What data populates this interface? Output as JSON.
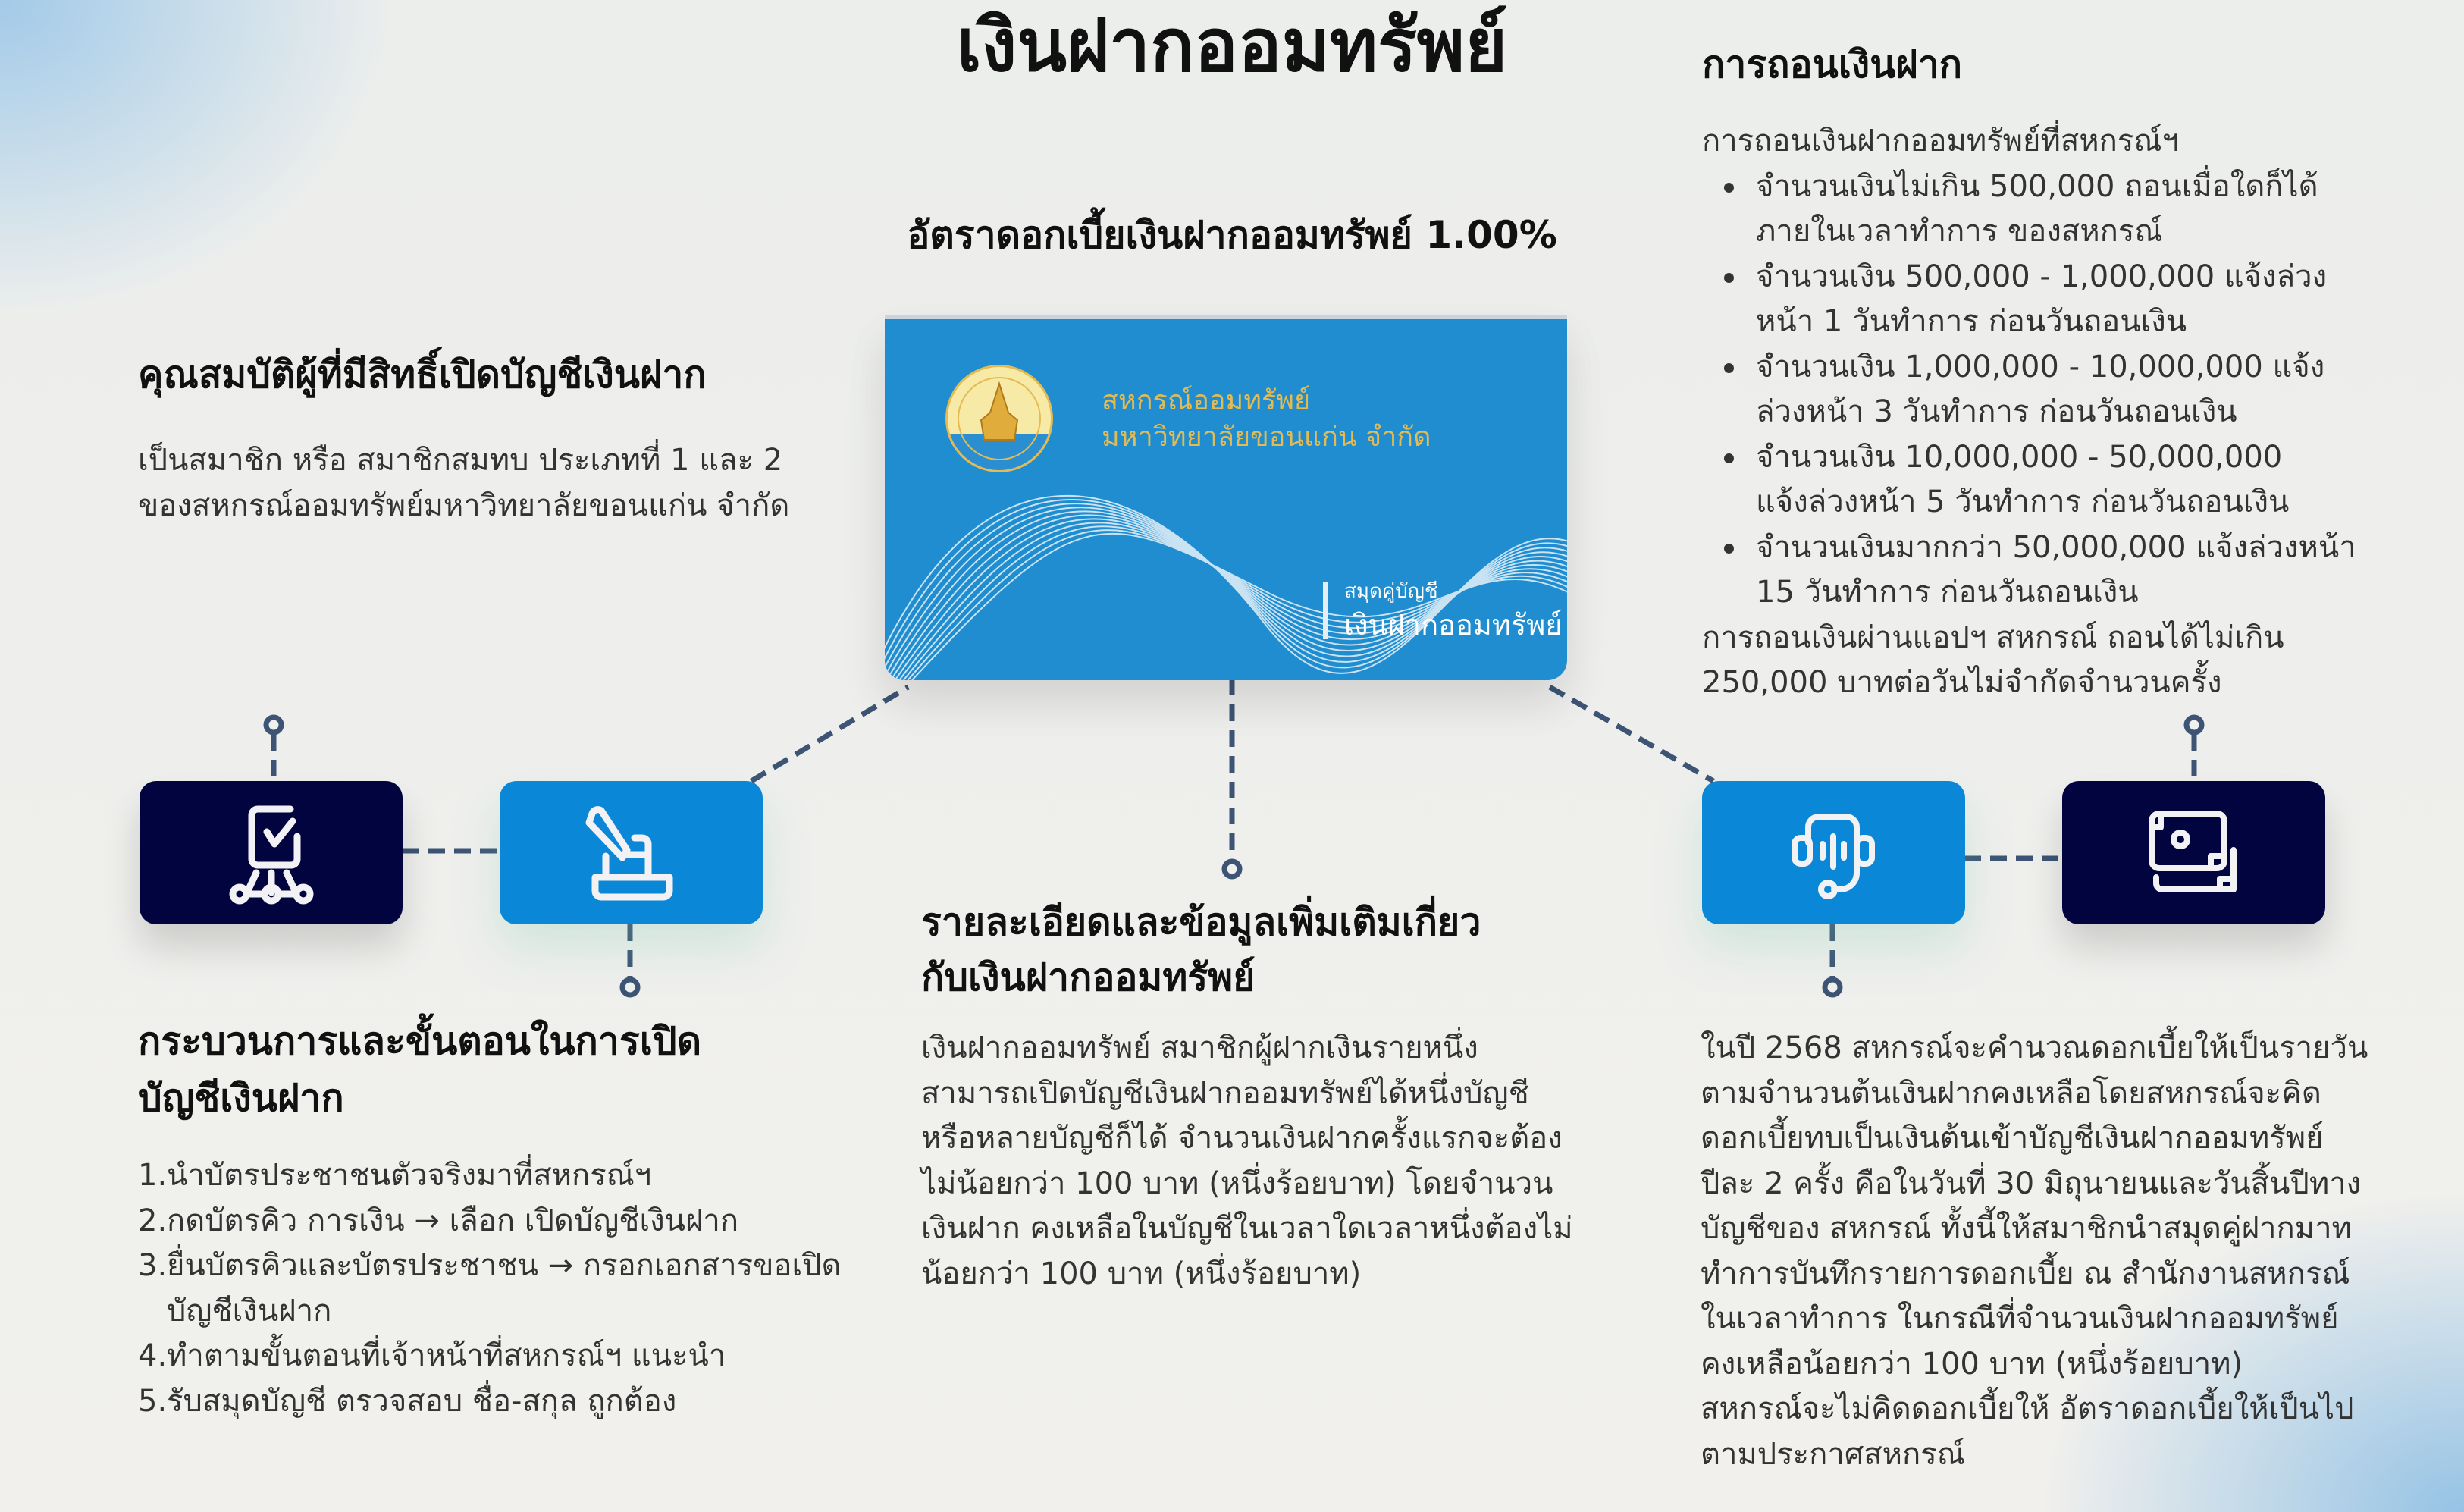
{
  "header": {
    "title": "เงินฝากออมทรัพย์",
    "subtitle": "อัตราดอกเบี้ยเงินฝากออมทรัพย์ 1.00%"
  },
  "card": {
    "org_line1": "สหกรณ์ออมทรัพย์",
    "org_line2": "มหาวิทยาลัยขอนแก่น จำกัด",
    "label_small": "สมุดคู่บัญชี",
    "label_large": "เงินฝากออมทรัพย์",
    "logo_text": "สหกรณ์ออมทรัพย์มหาวิทยาลัยขอนแก่น จำกัด"
  },
  "eligibility": {
    "heading": "คุณสมบัติผู้ที่มีสิทธิ์เปิดบัญชีเงินฝาก",
    "lines": [
      "เป็นสมาชิก หรือ สมาชิกสมทบ ประเภทที่ 1 และ 2",
      "ของสหกรณ์ออมทรัพย์มหาวิทยาลัยขอนแก่น จำกัด"
    ]
  },
  "withdrawal": {
    "heading": "การถอนเงินฝาก",
    "intro": "การถอนเงินฝากออมทรัพย์ที่สหกรณ์ฯ",
    "bullets": [
      [
        "จำนวนเงินไม่เกิน 500,000 ถอนเมื่อใดก็ได้",
        "ภายในเวลาทำการ ของสหกรณ์"
      ],
      [
        "จำนวนเงิน 500,000 - 1,000,000 แจ้งล่วง",
        "หน้า 1 วันทำการ ก่อนวันถอนเงิน"
      ],
      [
        "จำนวนเงิน 1,000,000 - 10,000,000 แจ้ง",
        "ล่วงหน้า 3 วันทำการ ก่อนวันถอนเงิน"
      ],
      [
        "จำนวนเงิน 10,000,000 - 50,000,000",
        "แจ้งล่วงหน้า 5 วันทำการ ก่อนวันถอนเงิน"
      ],
      [
        "จำนวนเงินมากกว่า 50,000,000 แจ้งล่วงหน้า",
        "15 วันทำการ ก่อนวันถอนเงิน"
      ]
    ],
    "outro": [
      "การถอนเงินผ่านแอปฯ สหกรณ์ ถอนได้ไม่เกิน",
      "250,000 บาทต่อวันไม่จำกัดจำนวนครั้ง"
    ]
  },
  "process": {
    "heading": [
      "กระบวนการและขั้นตอนในการเปิด",
      "บัญชีเงินฝาก"
    ],
    "steps": [
      {
        "num": "1.",
        "lines": [
          "นำบัตรประชาชนตัวจริงมาที่สหกรณ์ฯ"
        ]
      },
      {
        "num": "2.",
        "lines": [
          "กดบัตรคิว การเงิน → เลือก เปิดบัญชีเงินฝาก"
        ]
      },
      {
        "num": "3.",
        "lines": [
          "ยื่นบัตรคิวและบัตรประชาชน   →   กรอกเอกสารขอเปิด",
          "บัญชีเงินฝาก"
        ]
      },
      {
        "num": "4.",
        "lines": [
          "ทำตามขั้นตอนที่เจ้าหน้าที่สหกรณ์ฯ แนะนำ"
        ]
      },
      {
        "num": "5.",
        "lines": [
          "รับสมุดบัญชี ตรวจสอบ ชื่อ-สกุล ถูกต้อง"
        ]
      }
    ]
  },
  "details": {
    "heading": [
      "รายละเอียดและข้อมูลเพิ่มเติมเกี่ยว",
      "กับเงินฝากออมทรัพย์"
    ],
    "lines": [
      "เงินฝากออมทรัพย์ สมาชิกผู้ฝากเงินรายหนึ่ง",
      "สามารถเปิดบัญชีเงินฝากออมทรัพย์ได้หนึ่งบัญชี",
      "หรือหลายบัญชีก็ได้ จำนวนเงินฝากครั้งแรกจะต้อง",
      "ไม่น้อยกว่า 100 บาท (หนึ่งร้อยบาท) โดยจำนวน",
      "เงินฝาก คงเหลือในบัญชีในเวลาใดเวลาหนึ่งต้องไม่",
      "น้อยกว่า 100 บาท (หนึ่งร้อยบาท)"
    ]
  },
  "interest": {
    "lines": [
      "ในปี 2568 สหกรณ์จะคำนวณดอกเบี้ยให้เป็นรายวัน",
      "ตามจำนวนต้นเงินฝากคงเหลือโดยสหกรณ์จะคิด",
      "ดอกเบี้ยทบเป็นเงินต้นเข้าบัญชีเงินฝากออมทรัพย์",
      "ปีละ 2 ครั้ง คือในวันที่ 30 มิถุนายนและวันสิ้นปีทาง",
      "บัญชีของ สหกรณ์ ทั้งนี้ให้สมาชิกนำสมุดคู่ฝากมาท",
      "ทำการบันทึกรายการดอกเบี้ย ณ สำนักงานสหกรณ์",
      "ในเวลาทำการ ในกรณีที่จำนวนเงินฝากออมทรัพย์",
      "คงเหลือน้อยกว่า 100 บาท (หนึ่งร้อยบาท)",
      "สหกรณ์จะไม่คิดดอกเบี้ยให้ อัตราดอกเบี้ยให้เป็นไป",
      "ตามประกาศสหกรณ์"
    ]
  },
  "icons": [
    "checklist-network-icon",
    "pen-stamp-icon",
    "support-headset-icon",
    "money-bill-icon"
  ],
  "colors": {
    "navy": "#02043f",
    "blue": "#0a87d6",
    "card": "#1f8dcf",
    "gold": "#e3bb52",
    "connector": "#3d5475"
  }
}
